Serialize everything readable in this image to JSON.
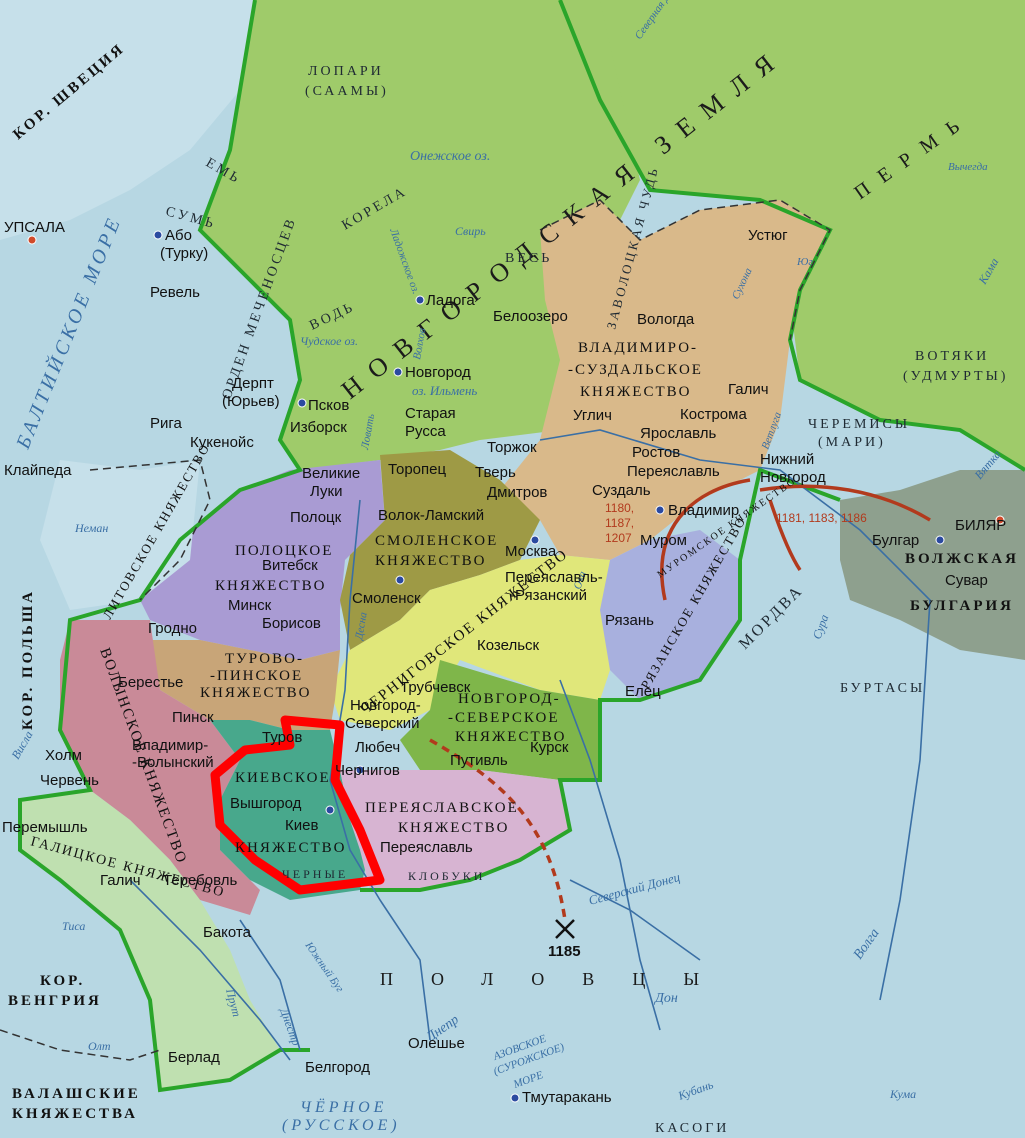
{
  "map": {
    "foreign": {
      "sweden": "КОР. ШВЕЦИЯ",
      "poland": "КОР. ПОЛЬША",
      "hungary_1": "КОР.",
      "hungary_2": "ВЕНГРИЯ",
      "wallachia_1": "ВАЛАШСКИЕ",
      "wallachia_2": "КНЯЖЕСТВА",
      "order": "ОРДЕН МЕЧЕНОСЦЕВ"
    },
    "regions": {
      "novgorod_land": "НОВГОРОДСКАЯ ЗЕМЛЯ",
      "vladimir_1": "ВЛАДИМИРО-",
      "vladimir_2": "-СУЗДАЛЬСКОЕ",
      "vladimir_3": "КНЯЖЕСТВО",
      "polotsk_1": "ПОЛОЦКОЕ",
      "polotsk_2": "КНЯЖЕСТВО",
      "smolensk_1": "СМОЛЕНСКОЕ",
      "smolensk_2": "КНЯЖЕСТВО",
      "turov_1": "ТУРОВО-",
      "turov_2": "-ПИНСКОЕ",
      "turov_3": "КНЯЖЕСТВО",
      "kiev_1": "КИЕВСКОЕ",
      "kiev_2": "КНЯЖЕСТВО",
      "chernigov": "ЧЕРНИГОВСКОЕ КНЯЖЕСТВО",
      "novgorod_seversk_1": "НОВГОРОД-",
      "novgorod_seversk_2": "-СЕВЕРСКОЕ",
      "novgorod_seversk_3": "КНЯЖЕСТВО",
      "pereyaslavl_1": "ПЕРЕЯСЛАВСКОЕ",
      "pereyaslavl_2": "КНЯЖЕСТВО",
      "ryazan": "РЯЗАНСКОЕ КНЯЖЕСТВО",
      "murom": "МУРОМСКОЕ КНЯЖЕСТВО",
      "volyn": "ВОЛЫНСКОЕ КНЯЖЕСТВО",
      "galich": "ГАЛИЦКОЕ КНЯЖЕСТВО",
      "lithuania": "ЛИТОВСКОЕ КНЯЖЕСТВО",
      "volga_bulgaria_1": "ВОЛЖСКАЯ",
      "volga_bulgaria_2": "БУЛГАРИЯ",
      "zavolochskaya": "ЗАВОЛОЦКАЯ ЧУДЬ"
    },
    "peoples": {
      "lopari_1": "ЛОПАРИ",
      "lopari_2": "(СААМЫ)",
      "perm": "ПЕРМЬ",
      "korela": "КОРЕЛА",
      "ves": "ВЕСЬ",
      "sum": "СУМЬ",
      "em": "ЕМЬ",
      "vod": "ВОДЬ",
      "votyaki_1": "ВОТЯКИ",
      "votyaki_2": "(УДМУРТЫ)",
      "cheremisy_1": "ЧЕРЕМИСЫ",
      "cheremisy_2": "(МАРИ)",
      "mordva": "МОРДВА",
      "burtasy": "БУРТАСЫ",
      "polovtsy": "ПОЛОВЦЫ",
      "chernye_klobuki_1": "ЧЕРНЫЕ",
      "chernye_klobuki_2": "КЛОБУКИ",
      "kasogi": "КАСОГИ"
    },
    "water": {
      "baltic": "БАЛТИЙСКОЕ МОРЕ",
      "black_1": "ЧЁРНОЕ",
      "black_2": "(РУССКОЕ)",
      "azov_1": "АЗОВСКОЕ",
      "azov_2": "(СУРОЖСКОЕ)",
      "azov_3": "МОРЕ",
      "onega": "Онежское оз.",
      "ladoga_lake": "Ладожское оз.",
      "chudskoe": "Чудское оз.",
      "ilmen": "оз. Ильмень",
      "sev_dvina": "Северная Двина",
      "volga": "Волга",
      "dnepr": "Днепр",
      "don": "Дон",
      "sev_donets": "Северский Донец",
      "yuzh_bug": "Южный Буг",
      "dnestr": "Днестр",
      "prut": "Прут",
      "olt": "Олт",
      "tisa": "Тиса",
      "neman": "Неман",
      "visla": "Висла",
      "sura": "Сура",
      "kama": "Кама",
      "vyatka": "Вятка",
      "vetluga": "Ветлуга",
      "kuban": "Кубань",
      "kuma": "Кума",
      "sukhona": "Сухона",
      "yug": "Юг",
      "vychegda": "Вычегда",
      "svir": "Свирь",
      "volkhov": "Волхов",
      "lovat": "Ловать",
      "oka": "Ока",
      "desna": "Десна"
    },
    "cities": {
      "upsala": "УПСАЛА",
      "abo_1": "Або",
      "abo_2": "(Турку)",
      "revel": "Ревель",
      "derpt_1": "Дерпт",
      "derpt_2": "(Юрьев)",
      "riga": "Рига",
      "kukenois": "Кукенойс",
      "klaipeda": "Клайпеда",
      "pskov": "Псков",
      "izborsk": "Изборск",
      "ladoga": "Ладога",
      "novgorod": "Новгород",
      "staraya_russa_1": "Старая",
      "staraya_russa_2": "Русса",
      "beloozero": "Белоозеро",
      "vologda": "Вологда",
      "ustyug": "Устюг",
      "galich_n": "Галич",
      "uglich": "Углич",
      "kostroma": "Кострома",
      "yaroslavl": "Ярославль",
      "rostov": "Ростов",
      "pereyaslavl_z": "Переяславль",
      "suzdal": "Суздаль",
      "vladimir": "Владимир",
      "nizhny_1": "Нижний",
      "nizhny_2": "Новгород",
      "torzhok": "Торжок",
      "tver": "Тверь",
      "dmitrov": "Дмитров",
      "toropets": "Торопец",
      "velikie_luki_1": "Великие",
      "velikie_luki_2": "Луки",
      "polotsk": "Полоцк",
      "vitebsk": "Витебск",
      "volok": "Волок-Ламский",
      "moskva": "Москва",
      "smolensk": "Смоленск",
      "minsk": "Минск",
      "borisov": "Борисов",
      "grodno": "Гродно",
      "murom": "Муром",
      "pereyaslavl_r_1": "Переяславль-",
      "pereyaslavl_r_2": "-Рязанский",
      "ryazan": "Рязань",
      "kozelsk": "Козельск",
      "elets": "Елец",
      "bulgar": "Булгар",
      "bilyar": "БИЛЯР",
      "suvar": "Сувар",
      "beresti": "Берестье",
      "pinsk": "Пинск",
      "turov": "Туров",
      "vladimir_v_1": "Владимир-",
      "vladimir_v_2": "-Волынский",
      "kholm": "Холм",
      "cherven": "Червень",
      "trubchevsk": "Трубчевск",
      "novgorod_s_1": "Новгород-",
      "novgorod_s_2": "Северский",
      "lyubech": "Любеч",
      "chernigov": "Чернигов",
      "putivl": "Путивль",
      "kursk": "Курск",
      "vyshgorod": "Вышгород",
      "kiev": "Киев",
      "pereyaslavl_s": "Переяславль",
      "peremyshl": "Перемышль",
      "galich_s": "Галич",
      "terebovl": "Теребовль",
      "bakota": "Бакота",
      "berlad": "Берлад",
      "belgorod": "Белгород",
      "oleshye": "Олешье",
      "tmutarakan": "Тмутаракань"
    },
    "events": {
      "dates_vladimir_1": "1180,",
      "dates_vladimir_2": "1187,",
      "dates_vladimir_3": "1207",
      "dates_bulgaria": "1181, 1183, 1186",
      "battle_year": "1185"
    },
    "colors": {
      "sea": "#b7d7e3",
      "novgorod": "#9fcb6a",
      "vladimir": "#d9b98a",
      "polotsk": "#a99bd3",
      "smolensk": "#9e9a45",
      "turov": "#c8a578",
      "chernigov": "#e0e77a",
      "seversk": "#7fb64a",
      "kiev": "#48a88c",
      "pereyaslavl": "#d7b4d2",
      "ryazan": "#a8b0de",
      "volyn": "#c98a98",
      "galich": "#bfe0b0",
      "bulgaria": "#8ea08e",
      "border": "#2aa52a",
      "highlight": "#ff0000",
      "campaign": "#b23a1d"
    }
  }
}
